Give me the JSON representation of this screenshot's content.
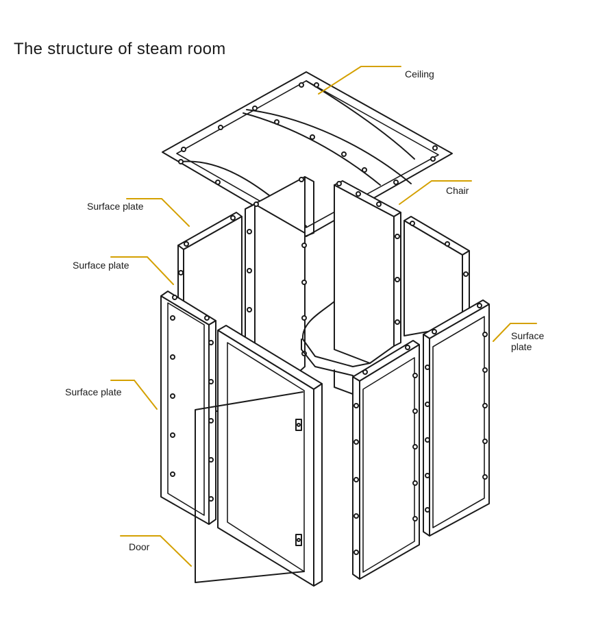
{
  "title": "The structure of steam room",
  "labels": {
    "ceiling": "Ceiling",
    "chair": "Chair",
    "surface_plate_1": "Surface plate",
    "surface_plate_2": "Surface plate",
    "surface_plate_3": "Surface plate",
    "surface_plate_right_line1": "Surface",
    "surface_plate_right_line2": "plate",
    "door": "Door"
  },
  "colors": {
    "leader": "#d4a000",
    "ink": "#1a1a1a",
    "background": "#ffffff"
  }
}
